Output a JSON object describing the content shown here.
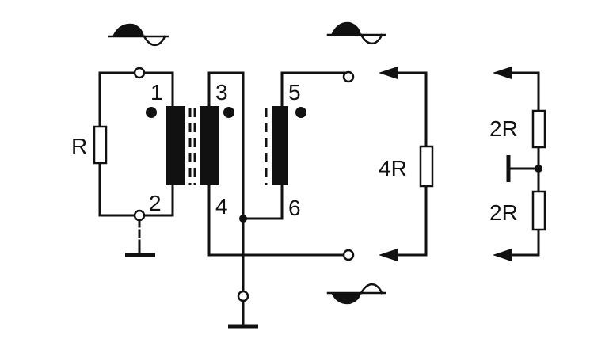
{
  "labels": {
    "r_input": "R",
    "r_load": "4R",
    "r_split_top": "2R",
    "r_split_bottom": "2R",
    "pin_1": "1",
    "pin_2": "2",
    "pin_3": "3",
    "pin_4": "4",
    "pin_5": "5",
    "pin_6": "6"
  }
}
